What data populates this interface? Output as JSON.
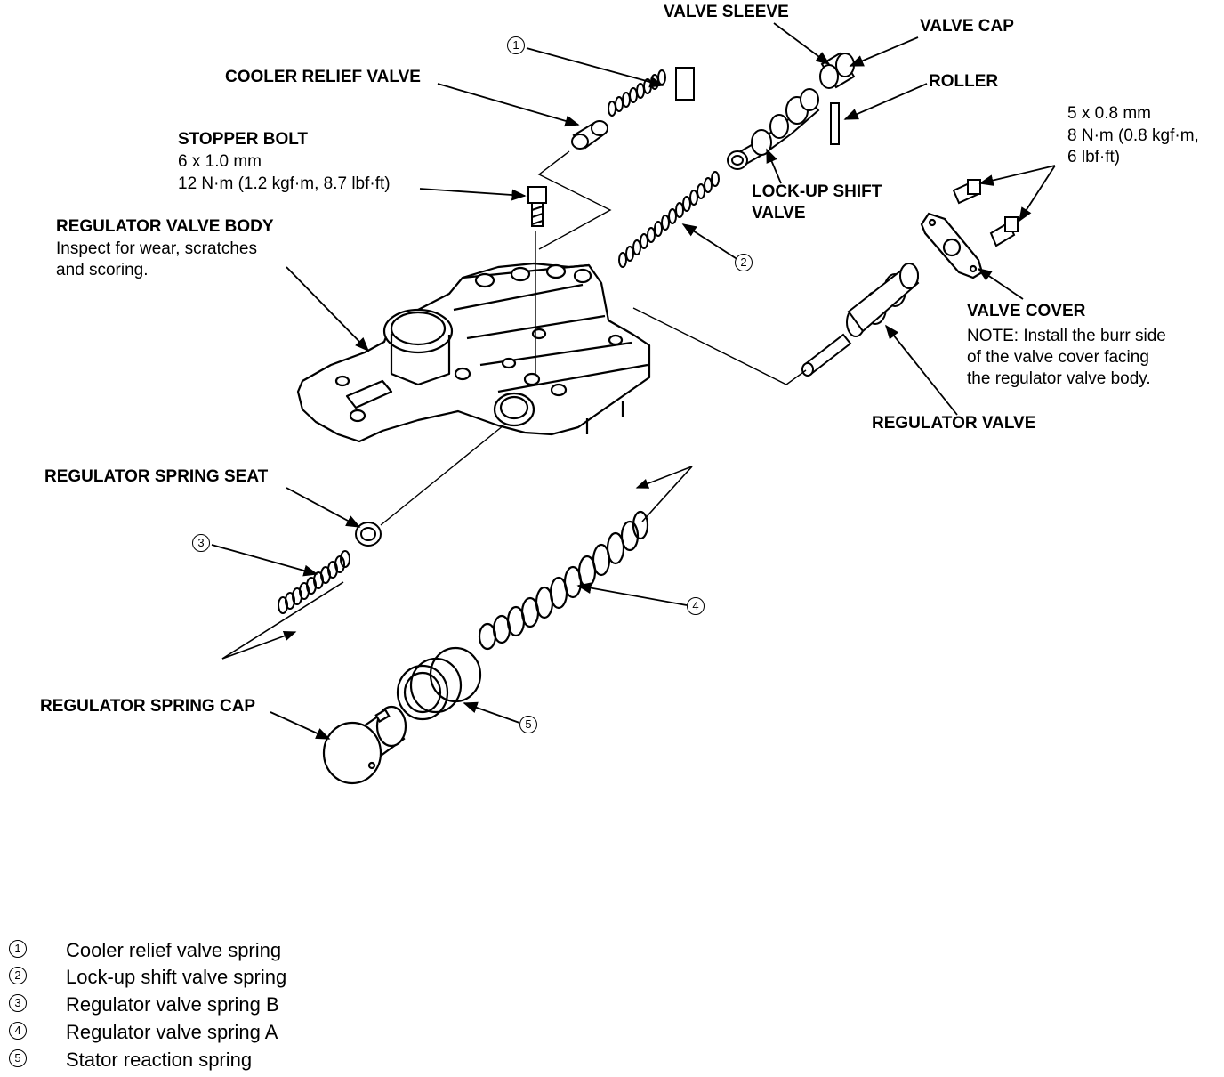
{
  "labels": {
    "valve_sleeve": "VALVE SLEEVE",
    "valve_cap": "VALVE CAP",
    "roller": "ROLLER",
    "cooler_relief_valve": "COOLER RELIEF VALVE",
    "stopper_bolt": "STOPPER BOLT",
    "stopper_bolt_size": "6 x 1.0 mm",
    "stopper_bolt_torque": "12 N·m (1.2 kgf·m, 8.7 lbf·ft)",
    "lockup_shift_valve_1": "LOCK-UP SHIFT",
    "lockup_shift_valve_2": "VALVE",
    "bolt_size": "5 x 0.8 mm",
    "bolt_torque_1": "8 N·m (0.8 kgf·m,",
    "bolt_torque_2": "6 lbf·ft)",
    "regulator_valve_body": "REGULATOR VALVE BODY",
    "regulator_valve_body_note_1": "Inspect for wear, scratches",
    "regulator_valve_body_note_2": "and scoring.",
    "valve_cover": "VALVE COVER",
    "valve_cover_note_1": "NOTE:  Install the burr side",
    "valve_cover_note_2": "of the valve cover facing",
    "valve_cover_note_3": "the regulator valve body.",
    "regulator_valve": "REGULATOR VALVE",
    "regulator_spring_seat": "REGULATOR SPRING SEAT",
    "regulator_spring_cap": "REGULATOR SPRING CAP"
  },
  "callouts": [
    "1",
    "2",
    "3",
    "4",
    "5"
  ],
  "legend": [
    {
      "num": "1",
      "text": "Cooler relief valve spring"
    },
    {
      "num": "2",
      "text": "Lock-up shift valve spring"
    },
    {
      "num": "3",
      "text": "Regulator valve spring B"
    },
    {
      "num": "4",
      "text": "Regulator valve spring A"
    },
    {
      "num": "5",
      "text": "Stator reaction spring"
    }
  ]
}
